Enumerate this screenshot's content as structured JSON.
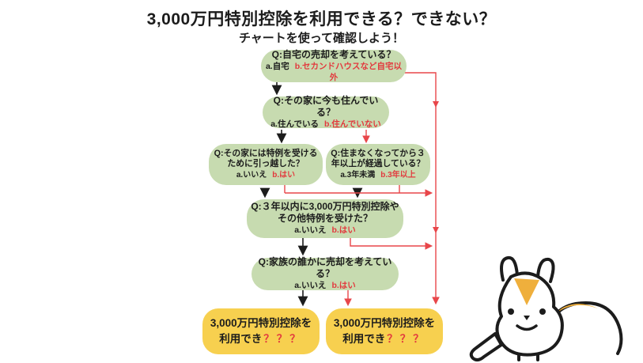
{
  "title": "3,000万円特別控除を利用できる？できない？",
  "subtitle": "チャートを使って確認しよう！",
  "colors": {
    "node_green": "#c7dbb0",
    "result_yellow": "#f7d04f",
    "answer_red": "#e23a3e",
    "line_red": "#e8464a",
    "line_black": "#1c1c1c",
    "mascot_orange": "#efaf3c"
  },
  "nodes": {
    "q1": {
      "question": "Q:自宅の売却を考えている？",
      "option_a": "a.自宅",
      "option_b": "b.セカンドハウスなど自宅以外"
    },
    "q2": {
      "question": "Q:その家に今も住んでいる？",
      "option_a": "a.住んでいる",
      "option_b": "b.住んでいない"
    },
    "q3a": {
      "question": "Q:その家には特例を受けるために引っ越した？",
      "option_a": "a.いいえ",
      "option_b": "b.はい"
    },
    "q3b": {
      "question": "Q:住まなくなってから３年以上が経過している？",
      "option_a": "a.3年未満",
      "option_b": "b.3年以上"
    },
    "q4": {
      "question": "Q:３年以内に3,000万円特別控除やその他特例を受けた？",
      "option_a": "a.いいえ",
      "option_b": "b.はい"
    },
    "q5": {
      "question": "Q:家族の誰かに売却を考えている？",
      "option_a": "a.いいえ",
      "option_b": "b.はい"
    }
  },
  "results": {
    "left": {
      "line1": "3,000万円特別控除を",
      "line2": "利用でき",
      "suffix": "？？？"
    },
    "right": {
      "line1": "3,000万円特別控除を",
      "line2": "利用でき",
      "suffix": "？？？"
    }
  },
  "mascot": {
    "name": "hamster-mascot"
  }
}
